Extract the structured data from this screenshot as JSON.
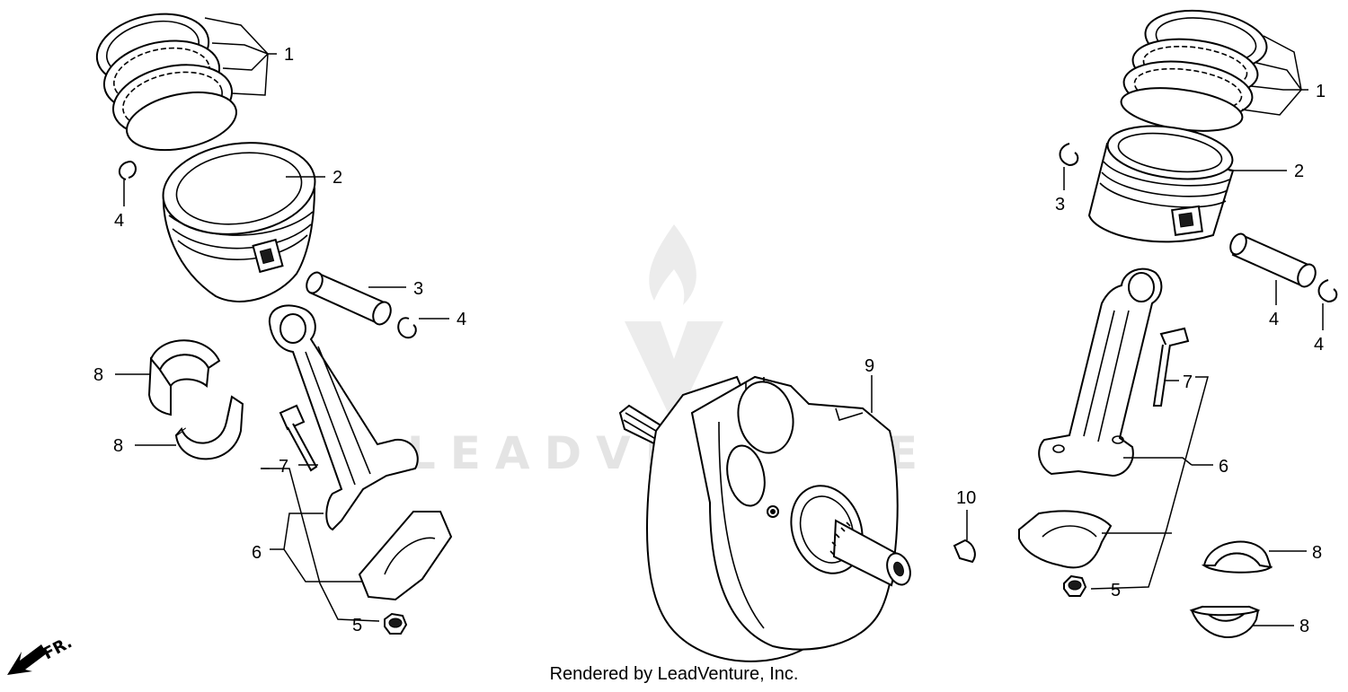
{
  "diagram": {
    "callouts": [
      {
        "id": "left-1",
        "text": "1"
      },
      {
        "id": "left-2",
        "text": "2"
      },
      {
        "id": "left-3",
        "text": "3"
      },
      {
        "id": "left-4a",
        "text": "4"
      },
      {
        "id": "left-4b",
        "text": "4"
      },
      {
        "id": "left-8a",
        "text": "8"
      },
      {
        "id": "left-8b",
        "text": "8"
      },
      {
        "id": "left-7",
        "text": "7"
      },
      {
        "id": "left-6",
        "text": "6"
      },
      {
        "id": "left-5",
        "text": "5"
      },
      {
        "id": "center-9",
        "text": "9"
      },
      {
        "id": "center-10",
        "text": "10"
      },
      {
        "id": "right-1",
        "text": "1"
      },
      {
        "id": "right-2",
        "text": "2"
      },
      {
        "id": "right-3",
        "text": "3"
      },
      {
        "id": "right-4a",
        "text": "4"
      },
      {
        "id": "right-4b",
        "text": "4"
      },
      {
        "id": "right-7",
        "text": "7"
      },
      {
        "id": "right-6",
        "text": "6"
      },
      {
        "id": "right-5",
        "text": "5"
      },
      {
        "id": "right-8a",
        "text": "8"
      },
      {
        "id": "right-8b",
        "text": "8"
      }
    ],
    "direction_label": "FR.",
    "watermark_text": "LEADVENTURE",
    "credit": "Rendered by LeadVenture, Inc."
  },
  "colors": {
    "line": "#000000",
    "background": "#ffffff",
    "watermark": "#e4e4e4"
  }
}
